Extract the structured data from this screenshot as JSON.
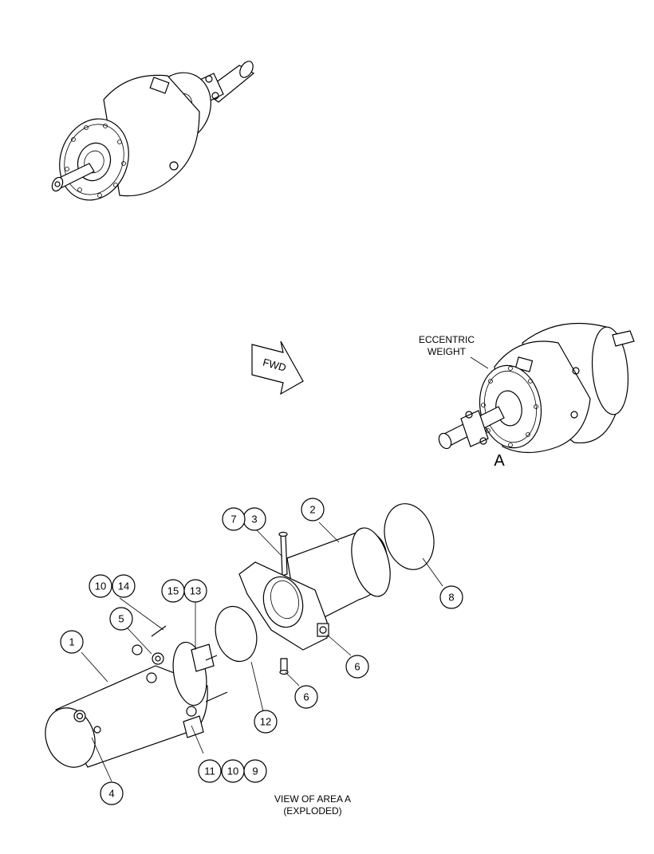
{
  "labels": {
    "eccentric_line1": "ECCENTRIC",
    "eccentric_line2": "WEIGHT",
    "area_letter": "A",
    "fwd": "FWD",
    "view_line1": "VIEW OF AREA  A",
    "view_line2": "(EXPLODED)"
  },
  "callouts": {
    "c1": "1",
    "c2": "2",
    "c3": "3",
    "c4": "4",
    "c5": "5",
    "c6a": "6",
    "c6b": "6",
    "c7": "7",
    "c8": "8",
    "c9": "9",
    "c10a": "10",
    "c10b": "10",
    "c11": "11",
    "c12": "12",
    "c13": "13",
    "c14": "14",
    "c15": "15"
  }
}
